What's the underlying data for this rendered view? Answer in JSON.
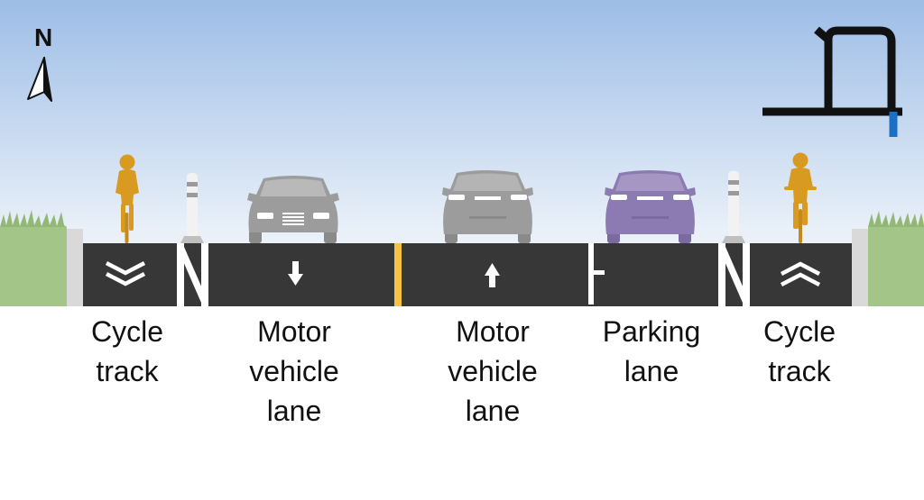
{
  "compass": {
    "letter": "N",
    "icon": "north-arrow-icon"
  },
  "key_map": {
    "icon": "street-key-map-icon",
    "highlight_color": "#1b6fc4"
  },
  "colors": {
    "sky_top": "#9dbde6",
    "sky_bottom": "#e9f0f8",
    "grass": "#a3c587",
    "road": "#373737",
    "curb": "#d9d9d9",
    "center_line": "#f5c242",
    "cyclist": "#d99a22",
    "moving_car": "#9c9c9c",
    "parked_car": "#8c7bb2"
  },
  "lanes": [
    {
      "id": "cycle-west",
      "label": "Cycle\ntrack",
      "marking": "double-chevron-down-icon"
    },
    {
      "id": "buffer-west",
      "label": "",
      "marking": "hatched-buffer-icon"
    },
    {
      "id": "motor-south",
      "label": "Motor\nvehicle\nlane",
      "marking": "arrow-down-icon"
    },
    {
      "id": "motor-north",
      "label": "Motor\nvehicle\nlane",
      "marking": "arrow-up-icon"
    },
    {
      "id": "parking",
      "label": "Parking\nlane",
      "marking": "parking-tick-icon"
    },
    {
      "id": "buffer-east",
      "label": "",
      "marking": "hatched-buffer-icon"
    },
    {
      "id": "cycle-east",
      "label": "Cycle\ntrack",
      "marking": "double-chevron-up-icon"
    }
  ]
}
